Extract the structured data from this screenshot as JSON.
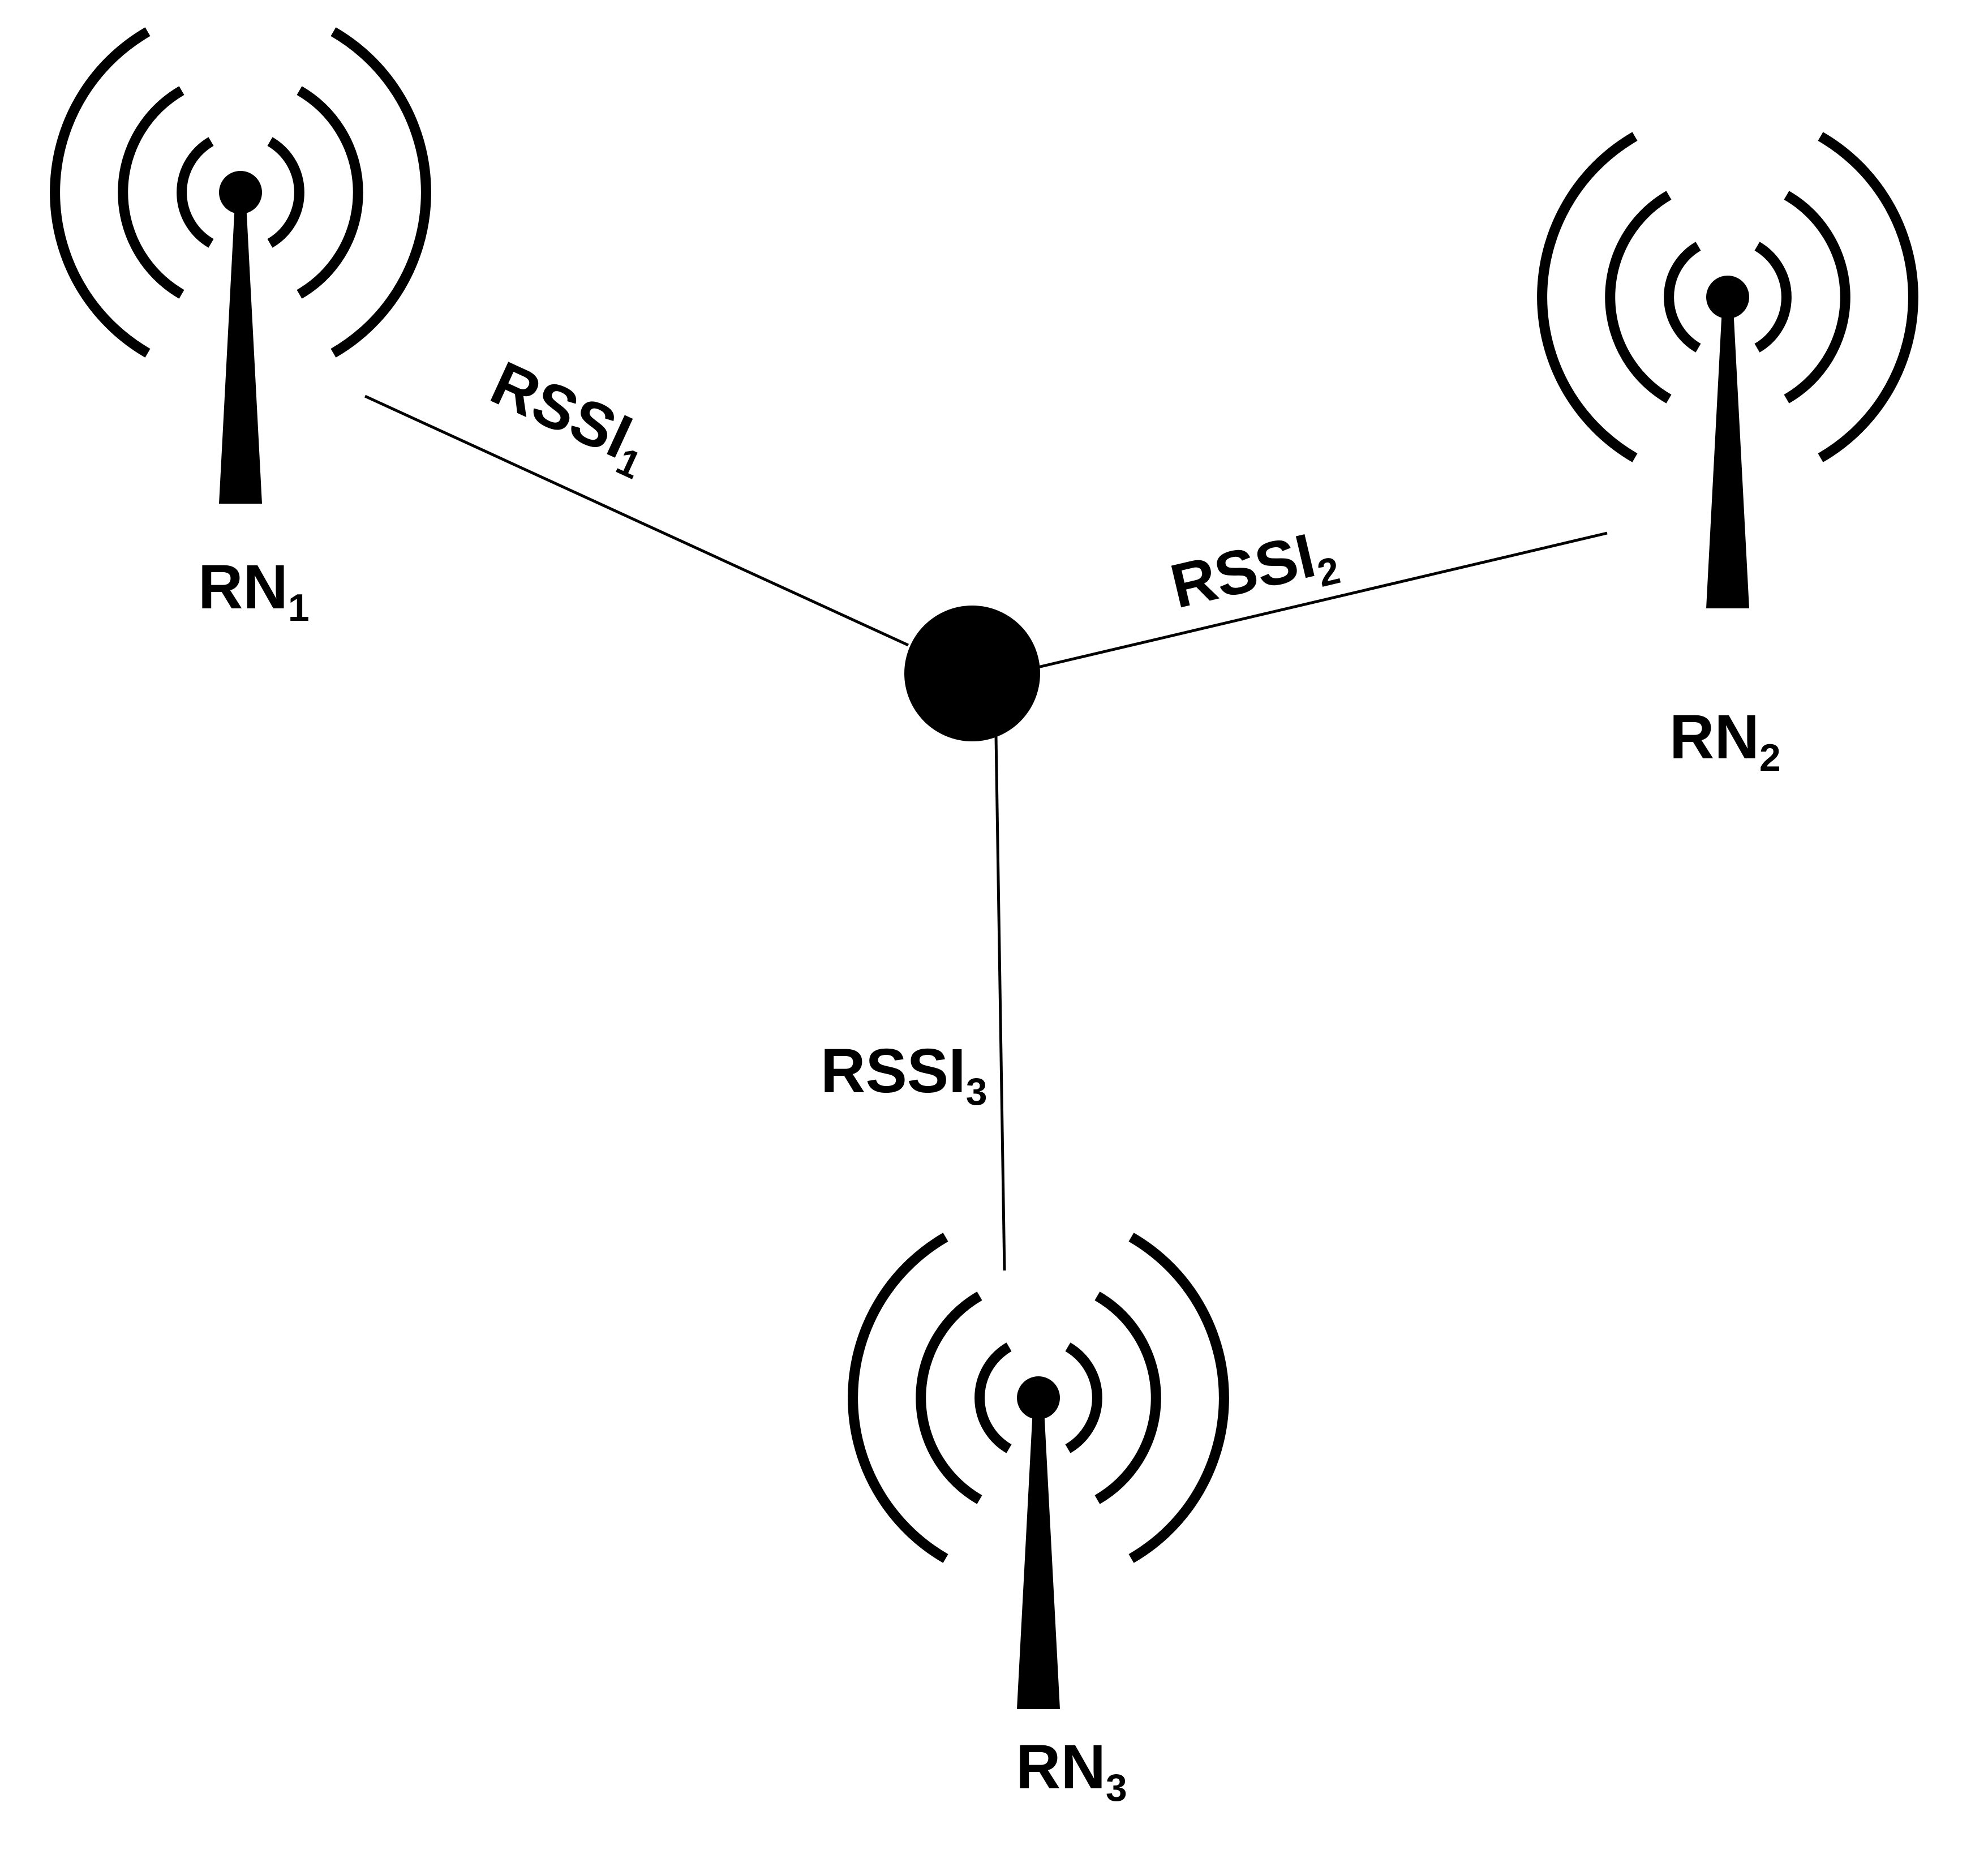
{
  "nodes": [
    {
      "id": "rn1",
      "name": "RN",
      "sub": "1"
    },
    {
      "id": "rn2",
      "name": "RN",
      "sub": "2"
    },
    {
      "id": "rn3",
      "name": "RN",
      "sub": "3"
    }
  ],
  "links": [
    {
      "id": "link1",
      "label": "RSSI",
      "sub": "1"
    },
    {
      "id": "link2",
      "label": "RSSI",
      "sub": "2"
    },
    {
      "id": "link3",
      "label": "RSSI",
      "sub": "3"
    }
  ],
  "colors": {
    "stroke": "#000000",
    "background": "#ffffff"
  },
  "icons": {
    "antenna": "antenna-icon",
    "target": "target-node-icon"
  }
}
